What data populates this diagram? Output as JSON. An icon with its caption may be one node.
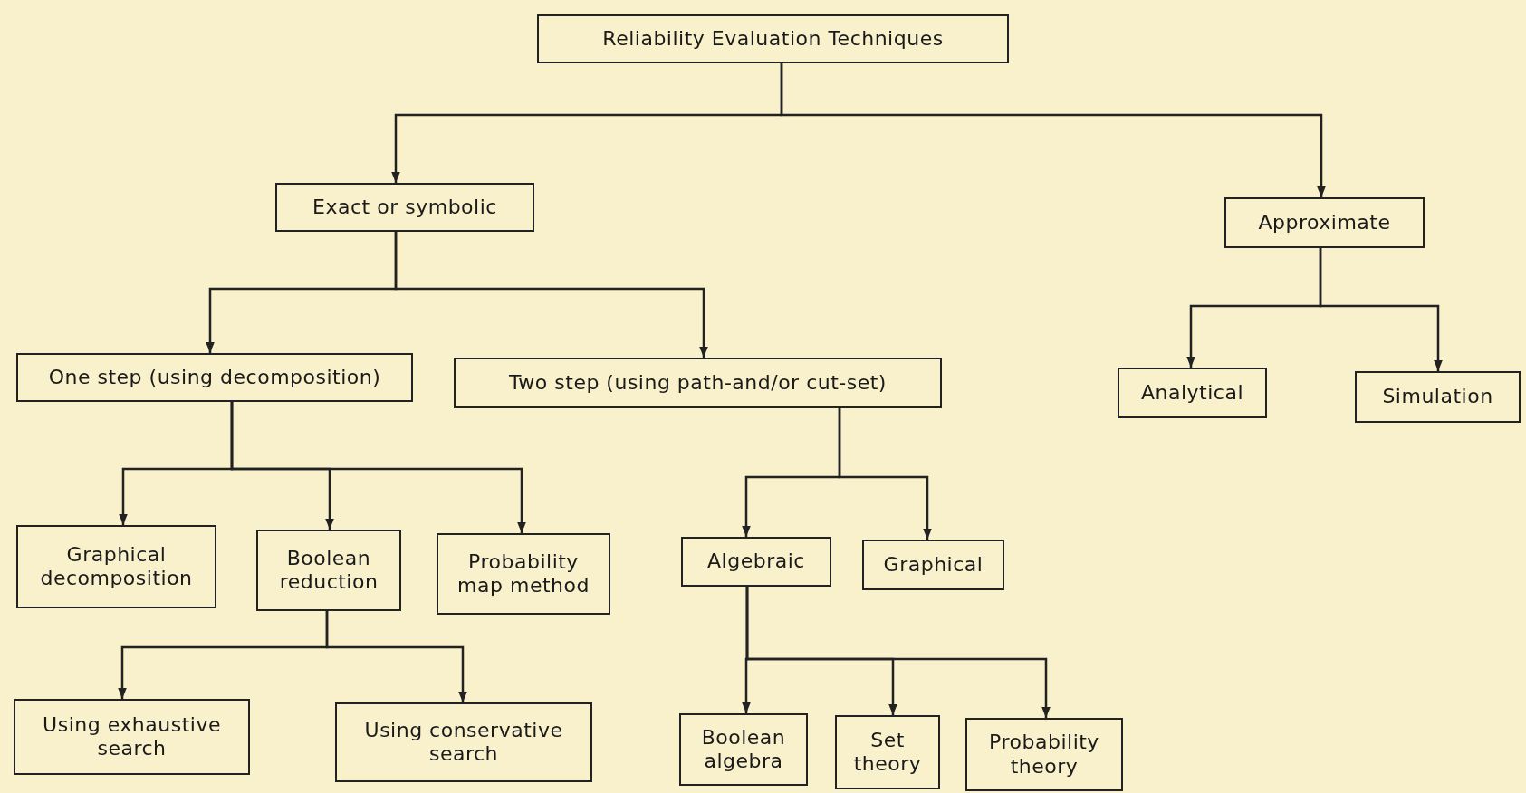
{
  "diagram": {
    "nodes": [
      {
        "text": [
          "Reliability Evaluation Techniques"
        ]
      },
      {
        "text": [
          "Exact or symbolic"
        ]
      },
      {
        "text": [
          "Approximate"
        ]
      },
      {
        "text": [
          "One step (using decomposition)"
        ]
      },
      {
        "text": [
          "Two step (using path-and/or cut-set)"
        ]
      },
      {
        "text": [
          "Analytical"
        ]
      },
      {
        "text": [
          "Simulation"
        ]
      },
      {
        "text": [
          "Graphical decomposition"
        ]
      },
      {
        "text": [
          "Boolean reduction"
        ]
      },
      {
        "text": [
          "Probability map method"
        ]
      },
      {
        "text": [
          "Algebraic"
        ]
      },
      {
        "text": [
          "Graphical"
        ]
      },
      {
        "text": [
          "Using exhaustive search"
        ]
      },
      {
        "text": [
          "Using conservative search"
        ]
      },
      {
        "text": [
          "Boolean algebra"
        ]
      },
      {
        "text": [
          "Set theory"
        ]
      },
      {
        "text": [
          "Probability theory"
        ]
      }
    ],
    "edges": [
      {
        "from": 0,
        "to": 1,
        "arrow": "to"
      },
      {
        "from": 0,
        "to": 2,
        "arrow": "to"
      },
      {
        "from": 1,
        "to": 3,
        "arrow": "to"
      },
      {
        "from": 1,
        "to": 4,
        "arrow": "to"
      },
      {
        "from": 2,
        "to": 5,
        "arrow": "to"
      },
      {
        "from": 2,
        "to": 6,
        "arrow": "to"
      },
      {
        "from": 3,
        "to": 7,
        "arrow": "to"
      },
      {
        "from": 3,
        "to": 8,
        "arrow": "to"
      },
      {
        "from": 3,
        "to": 9,
        "arrow": "to"
      },
      {
        "from": 4,
        "to": 10,
        "arrow": "to"
      },
      {
        "from": 4,
        "to": 11,
        "arrow": "to"
      },
      {
        "from": 8,
        "to": 12,
        "arrow": "to"
      },
      {
        "from": 8,
        "to": 13,
        "arrow": "to"
      },
      {
        "from": 10,
        "to": 14,
        "arrow": "to"
      },
      {
        "from": 10,
        "to": 15,
        "arrow": "to"
      },
      {
        "from": 10,
        "to": 16,
        "arrow": "to"
      }
    ]
  }
}
